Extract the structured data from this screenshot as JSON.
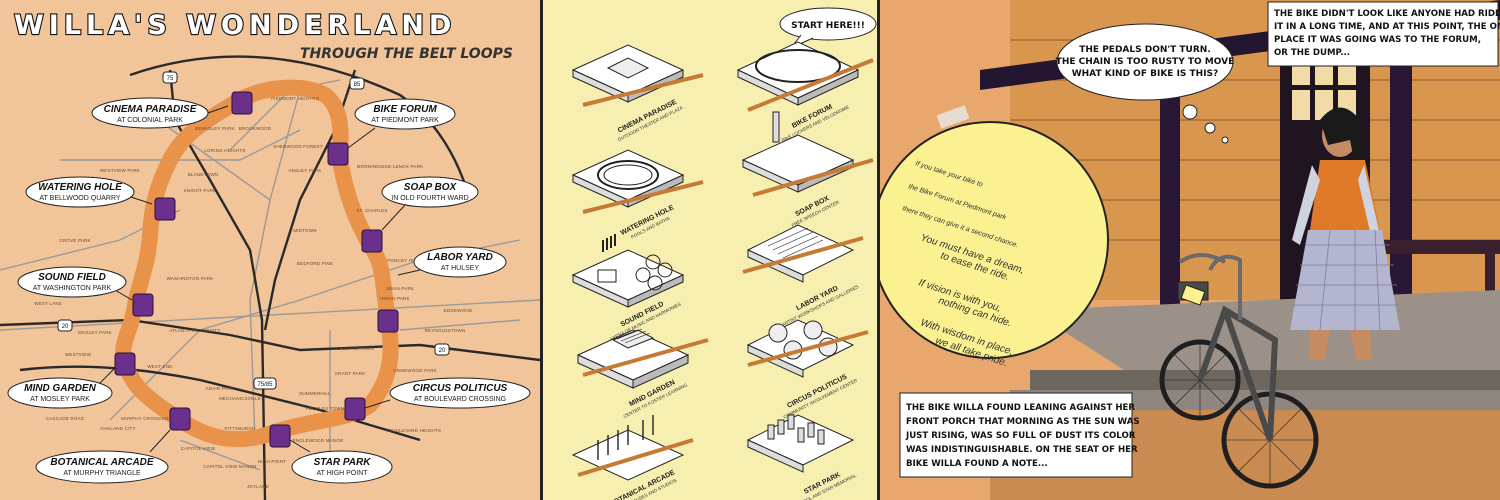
{
  "map": {
    "title": "WILLA'S WONDERLAND",
    "subtitle": "THROUGH THE BELT LOOPS",
    "highway_shields": [
      "75",
      "85",
      "20",
      "20",
      "75/85"
    ],
    "stops": [
      {
        "title": "CINEMA PARADISE",
        "sub": "AT COLONIAL PARK"
      },
      {
        "title": "BIKE FORUM",
        "sub": "AT PIEDMONT PARK"
      },
      {
        "title": "WATERING HOLE",
        "sub": "AT BELLWOOD QUARRY"
      },
      {
        "title": "SOAP BOX",
        "sub": "IN OLD FOURTH WARD"
      },
      {
        "title": "LABOR YARD",
        "sub": "AT HULSEY"
      },
      {
        "title": "SOUND FIELD",
        "sub": "AT WASHINGTON PARK"
      },
      {
        "title": "MIND GARDEN",
        "sub": "AT MOSLEY PARK"
      },
      {
        "title": "CIRCUS POLITICUS",
        "sub": "AT BOULEVARD CROSSING"
      },
      {
        "title": "BOTANICAL ARCADE",
        "sub": "AT MURPHY TRIANGLE"
      },
      {
        "title": "STAR PARK",
        "sub": "AT HIGH POINT"
      }
    ],
    "neighborhoods": [
      "PIEDMONT HEIGHTS",
      "BERKELEY PARK",
      "LORING HEIGHTS",
      "BROOKWOOD",
      "SHERWOOD FOREST",
      "ANSLEY PARK",
      "MORNINGSIDE-LENOX PARK",
      "WESTVIEW PARK",
      "BLANDTOWN",
      "KNIGHT PARK",
      "MIDTOWN",
      "ST. CHARLES",
      "GROVE PARK",
      "WASHINGTON PARK",
      "BEDFORD PINE",
      "PONCEY HIGHLANDS",
      "INMAN PARK",
      "WEST LAKE",
      "MOZLEY PARK",
      "ATLANTA UNIVERSITY",
      "EDGEWOOD",
      "REYNOLDSTOWN",
      "CABBAGETOWN",
      "WESTVIEW",
      "WEST END",
      "GRANT PARK",
      "ORMEWOOD PARK",
      "ADAIR PARK",
      "MECHANICSVILLE",
      "SUMMERHILL",
      "PEOPLES TOWN",
      "CASCADE ROAD",
      "OAKLAND CITY",
      "MURPHY CROSSING",
      "PITTSBURGH",
      "ENGLEWOOD MANOR",
      "BOULEVARD HEIGHTS",
      "CAPITOL VIEW",
      "CAPITOL VIEW MANOR",
      "HIGH POINT",
      "LAKEWOOD HEIGHTS",
      "JOYLAND",
      "SWAN PARK"
    ]
  },
  "models": {
    "start_bubble": "START HERE!!!",
    "items": [
      {
        "title": "CINEMA PARADISE",
        "sub": "OUTDOOR THEATER AND PLAZA"
      },
      {
        "title": "BIKE FORUM",
        "sub": "BIKE LOCKERS AND VELODROME"
      },
      {
        "title": "WATERING HOLE",
        "sub": "POOLS AND BATHS"
      },
      {
        "title": "SOAP BOX",
        "sub": "FREE SPEECH CENTER"
      },
      {
        "title": "SOUND FIELD",
        "sub": "ARENA OF MUSIC AND HARMONIES"
      },
      {
        "title": "LABOR YARD",
        "sub": "ARTIST WORKSHOPS AND GALLERIES"
      },
      {
        "title": "MIND GARDEN",
        "sub": "CENTER TO FOSTER LEARNING"
      },
      {
        "title": "CIRCUS POLITICUS",
        "sub": "COMMUNITY INVOLVEMENT CENTER"
      },
      {
        "title": "BOTANICAL ARCADE",
        "sub": "GREEN HOUSES AND STUDIOS"
      },
      {
        "title": "STAR PARK",
        "sub": "SCHOOL AND STAR MEMORIAL"
      }
    ]
  },
  "story": {
    "note_lines": [
      "If you take your bike to",
      "the Bike Forum at Piedmont park",
      "there they can give it a second chance.",
      "You must have a dream,",
      "to ease the ride.",
      "If vision is with you,",
      "nothing can hide.",
      "With wisdom in place,",
      "we all take pride."
    ],
    "thought_bubble": [
      "THE PEDALS DON'T TURN.",
      "THE CHAIN IS TOO RUSTY TO MOVE",
      "WHAT KIND OF BIKE IS THIS?"
    ],
    "top_caption": [
      "THE BIKE DIDN'T LOOK LIKE ANYONE HAD RIDDEN",
      "IT IN A LONG TIME, AND AT THIS POINT, THE ONLY",
      "PLACE IT WAS GOING WAS TO THE FORUM,",
      "OR THE DUMP..."
    ],
    "bottom_caption": [
      "THE BIKE WILLA FOUND LEANING AGAINST HER",
      "FRONT PORCH THAT MORNING AS THE SUN WAS",
      "JUST RISING, WAS SO FULL OF DUST ITS COLOR",
      "WAS INDISTINGUISHABLE. ON THE SEAT OF HER",
      "BIKE WILLA FOUND A NOTE..."
    ]
  },
  "colors": {
    "map_bg": "#f1c49a",
    "loop": "#e8924a",
    "station": "#6b2f8c",
    "model_bg": "#f7efaf",
    "note": "#fbf190",
    "house": "#e7a76d"
  }
}
